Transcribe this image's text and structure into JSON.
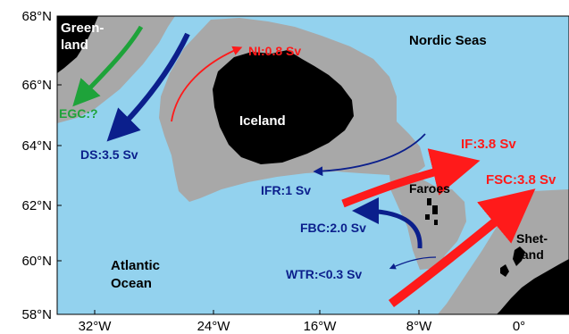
{
  "map": {
    "colors": {
      "ocean": "#93d2ee",
      "shelf": "#a8a8a8",
      "land": "#000000",
      "red_flow": "#ff1a1a",
      "navy_flow": "#0b1f8c",
      "green_flow": "#1ea33a"
    },
    "lat_labels": [
      "68°N",
      "66°N",
      "64°N",
      "62°N",
      "60°N",
      "58°N"
    ],
    "lon_labels": [
      "32°W",
      "24°W",
      "16°W",
      "8°W",
      "0°"
    ],
    "places": {
      "greenland": [
        "Green-",
        "land"
      ],
      "nordic_seas": "Nordic Seas",
      "iceland": "Iceland",
      "faroes": "Faroes",
      "shetland": [
        "Shet-",
        "land"
      ],
      "atlantic": [
        "Atlantic",
        "Ocean"
      ]
    },
    "flows": {
      "egc": {
        "label": "EGC:?",
        "color": "green"
      },
      "ds": {
        "label": "DS:3.5 Sv",
        "transport_sv": 3.5,
        "color": "navy"
      },
      "ni": {
        "label": "NI:0.8 Sv",
        "transport_sv": 0.8,
        "color": "red"
      },
      "if": {
        "label": "IF:3.8 Sv",
        "transport_sv": 3.8,
        "color": "red"
      },
      "fsc": {
        "label": "FSC:3.8 Sv",
        "transport_sv": 3.8,
        "color": "red"
      },
      "ifr": {
        "label": "IFR:1 Sv",
        "transport_sv": 1,
        "color": "navy"
      },
      "fbc": {
        "label": "FBC:2.0 Sv",
        "transport_sv": 2.0,
        "color": "navy"
      },
      "wtr": {
        "label": "WTR:<0.3 Sv",
        "transport_sv": 0.3,
        "color": "navy"
      }
    }
  }
}
